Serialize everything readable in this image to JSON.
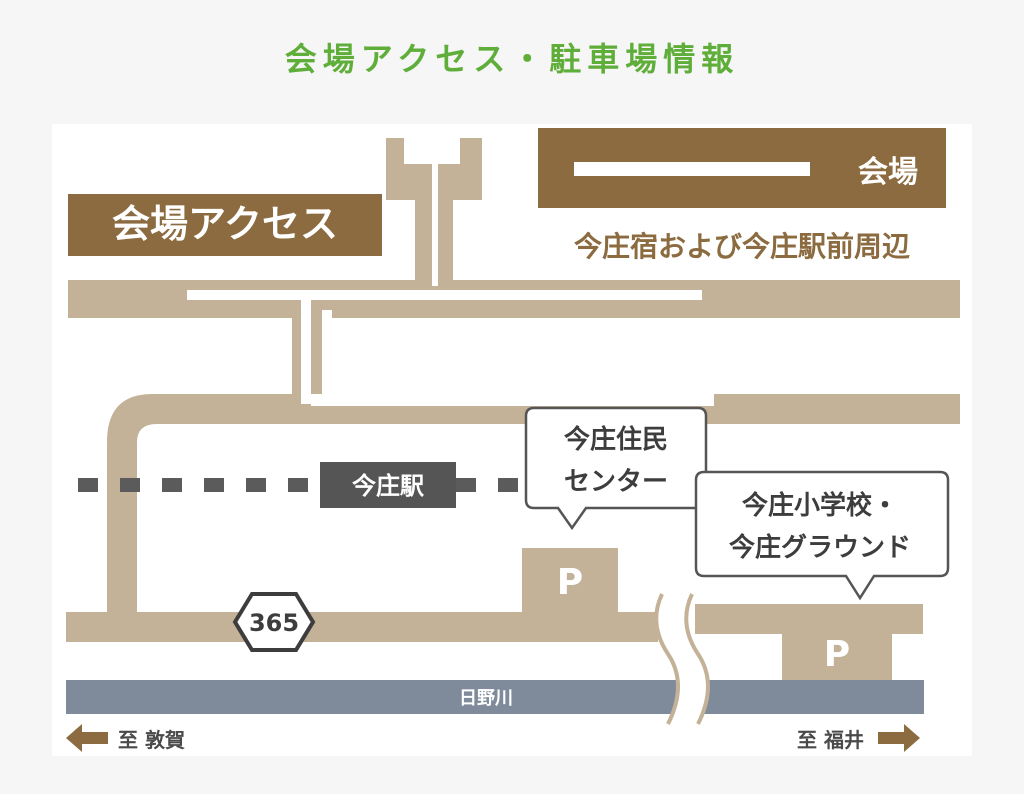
{
  "title": "会場アクセス・駐車場情報",
  "map": {
    "access_label": "会場アクセス",
    "legend_label": "会場",
    "area_caption": "今庄宿および今庄駅前周辺",
    "station_label": "今庄駅",
    "route_number": "365",
    "river_label": "日野川",
    "parking_symbol": "P",
    "callout_center": [
      "今庄住民",
      "センター"
    ],
    "callout_school": [
      "今庄小学校・",
      "今庄グラウンド"
    ],
    "direction_left": "至 敦賀",
    "direction_right": "至 福井"
  },
  "colors": {
    "title_green": "#5fae3a",
    "road_tan": "#c3b198",
    "venue_brown": "#8b6b3f",
    "station_gray": "#555555",
    "river_slate": "#7f8b9b",
    "callout_border": "#555555"
  }
}
